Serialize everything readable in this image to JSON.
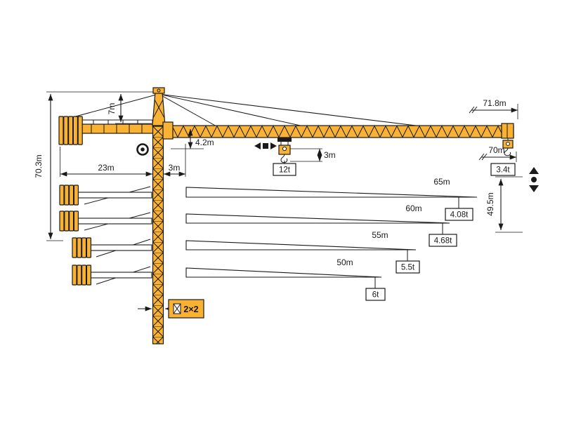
{
  "diagram": {
    "type": "tower-crane-dimension-drawing",
    "colors": {
      "crane": "#F9B233",
      "outline": "#1a1a1a",
      "paper": "#ffffff"
    },
    "dims": {
      "total_height": "70.3m",
      "tower_head_height": "7m",
      "counter_jib_radius": "23m",
      "rear_offset": "3m",
      "jib_depth": "4.2m",
      "hook_block_height": "3m",
      "jib_tip_length": "71.8m",
      "max_working_radius": "70m",
      "hook_height": "49.5m"
    },
    "loads": {
      "max_capacity": "12t",
      "tip_capacity": "3.4t"
    },
    "mast": {
      "section": "2×2"
    },
    "jib_variants": [
      {
        "length": "65m",
        "tip_capacity": "4.08t"
      },
      {
        "length": "60m",
        "tip_capacity": "4.68t"
      },
      {
        "length": "55m",
        "tip_capacity": "5.5t"
      },
      {
        "length": "50m",
        "tip_capacity": "6t"
      }
    ]
  }
}
